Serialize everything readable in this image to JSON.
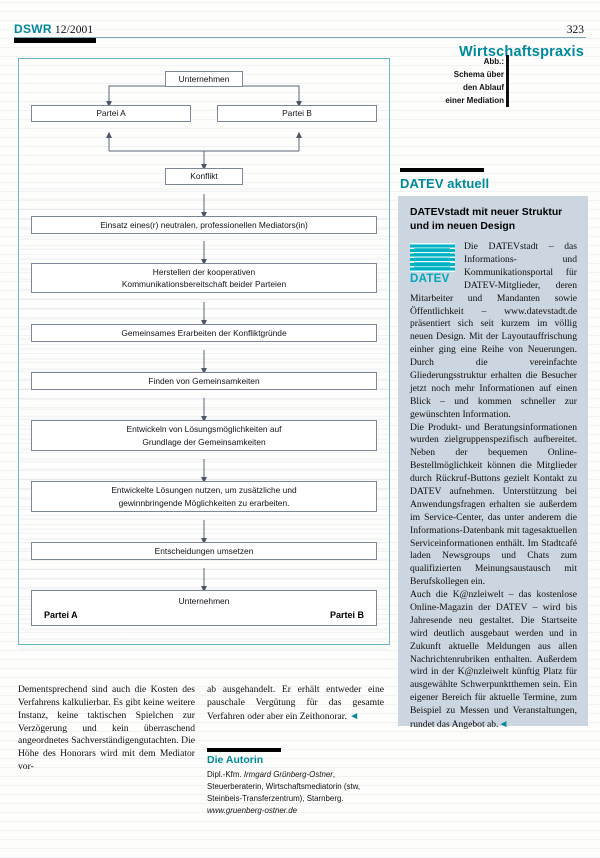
{
  "header": {
    "brand": "DSWR",
    "issue": "12/2001",
    "page_number": "323",
    "section": "Wirtschaftspraxis"
  },
  "figure": {
    "caption_lines": [
      "Abb.:",
      "Schema über",
      "den Ablauf",
      "einer Mediation"
    ],
    "nodes": [
      {
        "id": "unternehmen-top",
        "label": "Unternehmen"
      },
      {
        "id": "partei-a",
        "label": "Partei A"
      },
      {
        "id": "partei-b",
        "label": "Partei B"
      },
      {
        "id": "konflikt",
        "label": "Konflikt"
      },
      {
        "id": "mediator",
        "label": "Einsatz eines(r) neutralen, professionellen Mediators(in)"
      },
      {
        "id": "kommunikation-l1",
        "label": "Herstellen der kooperativen"
      },
      {
        "id": "kommunikation-l2",
        "label": "Kommunikationsbereitschaft beider Parteien"
      },
      {
        "id": "konfliktgruende",
        "label": "Gemeinsames Erarbeiten der Konfliktgründe"
      },
      {
        "id": "gemeinsamkeiten",
        "label": "Finden von Gemeinsamkeiten"
      },
      {
        "id": "loesungen-l1",
        "label": "Entwickeln von Lösungsmöglichkeiten auf"
      },
      {
        "id": "loesungen-l2",
        "label": "Grundlage der Gemeinsamkeiten"
      },
      {
        "id": "nutzen-l1",
        "label": "Entwickelte Lösungen nutzen, um zusätzliche und"
      },
      {
        "id": "nutzen-l2",
        "label": "gewinnbringende Möglichkeiten zu erarbeiten."
      },
      {
        "id": "entscheidungen",
        "label": "Entscheidungen umsetzen"
      }
    ],
    "final_node": {
      "center": "Unternehmen",
      "left": "Partei  A",
      "right": "Partei  B"
    }
  },
  "datev": {
    "kicker": "DATEV aktuell",
    "title": "DATEVstadt mit neuer Struktur und im neuen Design",
    "logo_word": "DATEV",
    "paragraphs": [
      "Die DATEVstadt – das Informations- und Kommunikationsportal für DATEV-Mitglieder, deren Mitarbeiter und Mandanten sowie Öffentlichkeit – www.datevstadt.de präsentiert sich seit kurzem im völlig neuen Design. Mit der Layoutauffrischung einher ging eine Reihe von Neuerungen. Durch die vereinfachte Gliederungsstruktur erhalten die Besucher jetzt noch mehr Informationen auf einen Blick – und kommen schneller zur gewünschten Information.",
      "Die Produkt- und Beratungsinformationen wurden zielgruppenspezifisch aufbereitet. Neben der bequemen Online-Bestellmöglichkeit können die Mitglieder durch Rückruf-Buttons gezielt Kontakt zu DATEV aufnehmen. Unterstützung bei Anwendungsfragen erhalten sie außerdem im Service-Center, das unter anderem die Informations-Datenbank mit tagesaktuellen Serviceinformationen enthält. Im Stadtcafé laden Newsgroups und Chats zum qualifizierten Meinungsaustausch mit Berufskollegen ein.",
      "Auch die K@nzleiwelt – das kostenlose Online-Magazin der DATEV – wird bis Jahresende neu gestaltet. Die Startseite wird deutlich ausgebaut werden und in Zukunft aktuelle Meldungen aus allen Nachrichtenrubriken enthalten. Außerdem wird in der K@nzleiwelt künftig Platz für ausgewählte Schwerpunktthemen sein. Ein eigener Bereich für aktuelle Termine, zum Beispiel zu Messen und Veranstaltungen, rundet das Angebot ab."
    ],
    "url_inline": "www.datevstadt.de",
    "end_mark": "◄"
  },
  "article": {
    "column1": "Dementsprechend sind auch die Kosten des Verfahrens kalkulierbar. Es gibt keine weitere Instanz, keine taktischen Spielchen zur Verzögerung und kein überraschend angeordnetes Sachverständigengutachten. Die Höhe des Honorars wird mit dem Mediator vor-",
    "column2": "ab ausgehandelt. Er erhält entweder eine pauschale Vergütung für das gesamte Verfahren oder aber ein Zeithonorar.",
    "column2_end_mark": "◄"
  },
  "author": {
    "heading": "Die Autorin",
    "degree": "Dipl.-Kfm.",
    "name": "Irmgard Grünberg-Ostner",
    "roles": ", Steuerberaterin, Wirtschaftsmediatorin (stw, Steinbeis-Transferzentrum), Starnberg.",
    "url": "www.gruenberg-ostner.de"
  },
  "colors": {
    "accent_teal": "#00899c",
    "panel_bg": "#ccd6e0",
    "chart_border": "#69b6c4",
    "node_border": "#7b8799",
    "logo_teal": "#00b3c4"
  }
}
